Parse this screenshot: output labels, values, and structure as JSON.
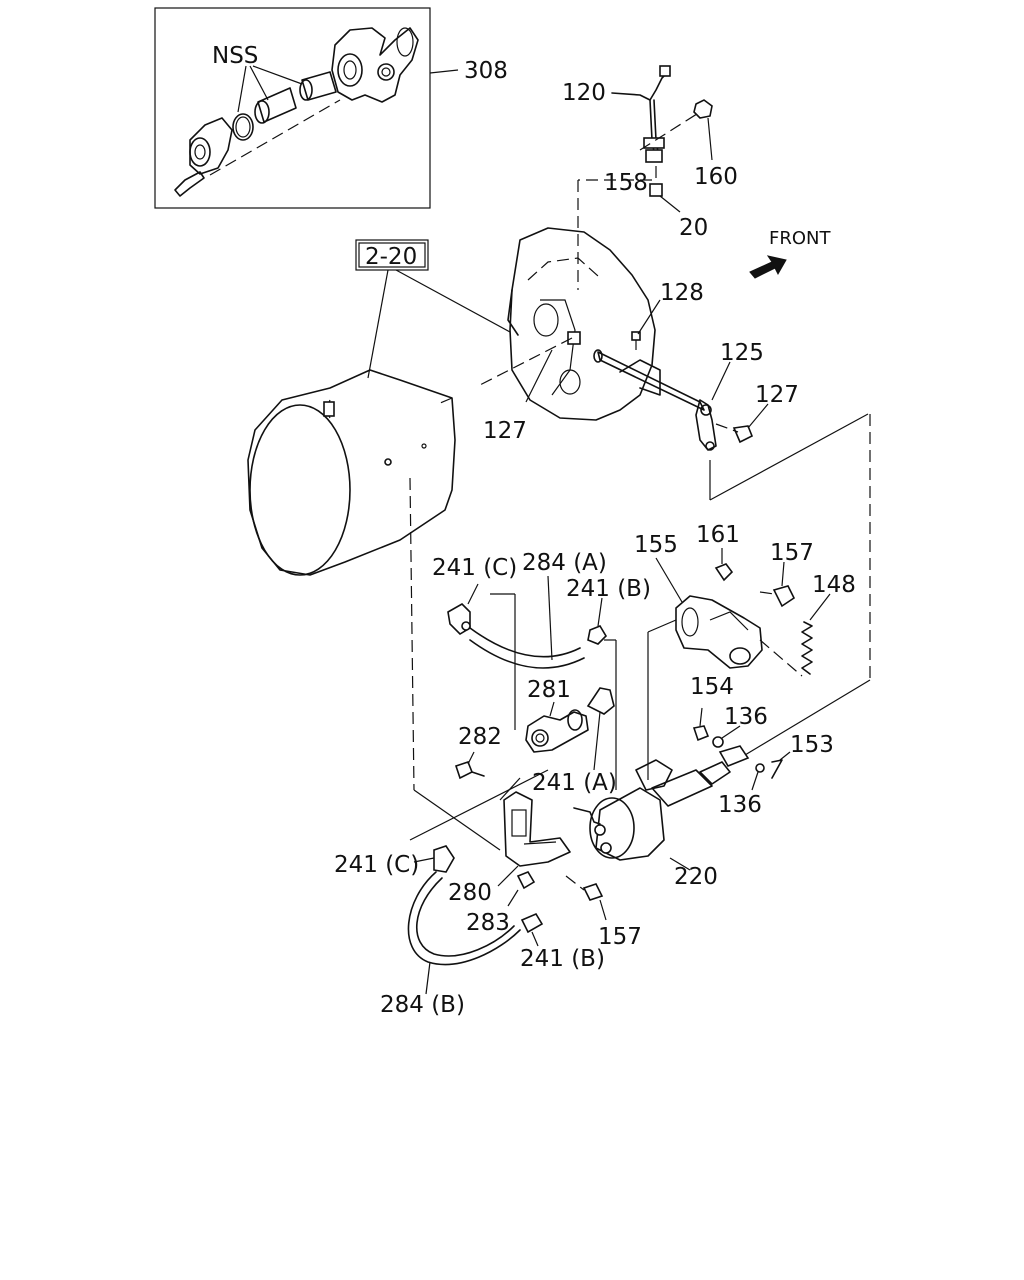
{
  "diagram": {
    "labels": {
      "nss": "NSS",
      "p308": "308",
      "p120": "120",
      "p160": "160",
      "p158": "158",
      "p20": "20",
      "front": "FRONT",
      "ref": "2-20",
      "p128": "128",
      "p125": "125",
      "p127a": "127",
      "p127b": "127",
      "p241c_top": "241 (C)",
      "p284a": "284 (A)",
      "p241b_top": "241 (B)",
      "p155": "155",
      "p161": "161",
      "p157_top": "157",
      "p148": "148",
      "p281": "281",
      "p154": "154",
      "p136a": "136",
      "p153": "153",
      "p282": "282",
      "p241a": "241 (A)",
      "p136b": "136",
      "p241c_bot": "241 (C)",
      "p280": "280",
      "p220": "220",
      "p283": "283",
      "p157_bot": "157",
      "p241b_bot": "241 (B)",
      "p284b": "284 (B)"
    },
    "icons": [
      "front-arrow-icon"
    ]
  }
}
